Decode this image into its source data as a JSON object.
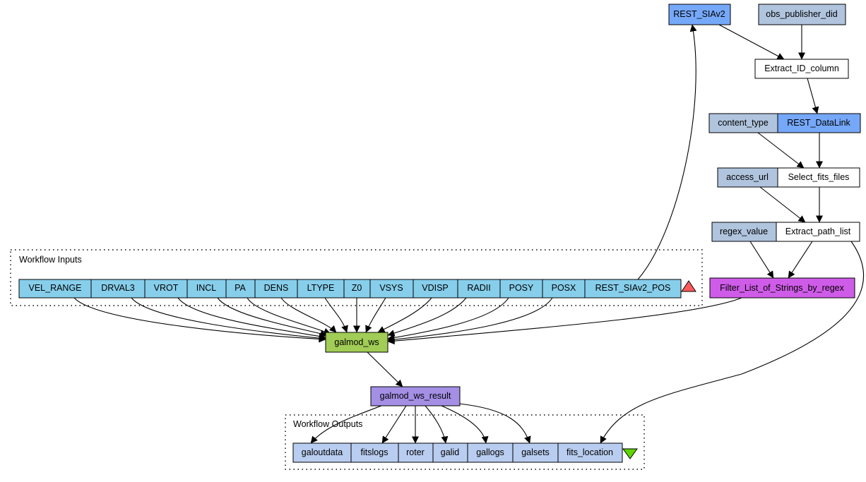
{
  "colors": {
    "input_port": "#87ceeb",
    "string_constant": "#b0c4de",
    "rest_service": "#76a8f9",
    "local_worker": "#ffffff",
    "beanshell": "#cf5ce8",
    "workflow_service": "#a1cc56",
    "nested_result": "#a48fe5",
    "output_port": "#b9cdf0",
    "input_marker": "#ff5b5b",
    "output_marker": "#5ed400"
  },
  "clusters": {
    "inputs": {
      "label": "Workflow Inputs"
    },
    "outputs": {
      "label": "Workflow Outputs"
    }
  },
  "nodes": {
    "VEL_RANGE": {
      "label": "VEL_RANGE",
      "kind": "input_port"
    },
    "DRVAL3": {
      "label": "DRVAL3",
      "kind": "input_port"
    },
    "VROT": {
      "label": "VROT",
      "kind": "input_port"
    },
    "INCL": {
      "label": "INCL",
      "kind": "input_port"
    },
    "PA": {
      "label": "PA",
      "kind": "input_port"
    },
    "DENS": {
      "label": "DENS",
      "kind": "input_port"
    },
    "LTYPE": {
      "label": "LTYPE",
      "kind": "input_port"
    },
    "Z0": {
      "label": "Z0",
      "kind": "input_port"
    },
    "VSYS": {
      "label": "VSYS",
      "kind": "input_port"
    },
    "VDISP": {
      "label": "VDISP",
      "kind": "input_port"
    },
    "RADII": {
      "label": "RADII",
      "kind": "input_port"
    },
    "POSY": {
      "label": "POSY",
      "kind": "input_port"
    },
    "POSX": {
      "label": "POSX",
      "kind": "input_port"
    },
    "REST_SIAv2_POS": {
      "label": "REST_SIAv2_POS",
      "kind": "input_port"
    },
    "REST_SIAv2": {
      "label": "REST_SIAv2",
      "kind": "rest_service"
    },
    "obs_publisher_did": {
      "label": "obs_publisher_did",
      "kind": "string_constant"
    },
    "Extract_ID_column": {
      "label": "Extract_ID_column",
      "kind": "local_worker"
    },
    "content_type": {
      "label": "content_type",
      "kind": "string_constant"
    },
    "REST_DataLink": {
      "label": "REST_DataLink",
      "kind": "rest_service"
    },
    "access_url": {
      "label": "access_url",
      "kind": "string_constant"
    },
    "Select_fits_files": {
      "label": "Select_fits_files",
      "kind": "local_worker"
    },
    "regex_value": {
      "label": "regex_value",
      "kind": "string_constant"
    },
    "Extract_path_list": {
      "label": "Extract_path_list",
      "kind": "local_worker"
    },
    "Filter_List_of_Strings_by_regex": {
      "label": "Filter_List_of_Strings_by_regex",
      "kind": "beanshell"
    },
    "galmod_ws": {
      "label": "galmod_ws",
      "kind": "workflow_service"
    },
    "galmod_ws_result": {
      "label": "galmod_ws_result",
      "kind": "nested_result"
    },
    "galoutdata": {
      "label": "galoutdata",
      "kind": "output_port"
    },
    "fitslogs": {
      "label": "fitslogs",
      "kind": "output_port"
    },
    "roter": {
      "label": "roter",
      "kind": "output_port"
    },
    "galid": {
      "label": "galid",
      "kind": "output_port"
    },
    "gallogs": {
      "label": "gallogs",
      "kind": "output_port"
    },
    "galsets": {
      "label": "galsets",
      "kind": "output_port"
    },
    "fits_location": {
      "label": "fits_location",
      "kind": "output_port"
    }
  },
  "edges": [
    [
      "VEL_RANGE",
      "galmod_ws"
    ],
    [
      "DRVAL3",
      "galmod_ws"
    ],
    [
      "VROT",
      "galmod_ws"
    ],
    [
      "INCL",
      "galmod_ws"
    ],
    [
      "PA",
      "galmod_ws"
    ],
    [
      "DENS",
      "galmod_ws"
    ],
    [
      "LTYPE",
      "galmod_ws"
    ],
    [
      "Z0",
      "galmod_ws"
    ],
    [
      "VSYS",
      "galmod_ws"
    ],
    [
      "VDISP",
      "galmod_ws"
    ],
    [
      "RADII",
      "galmod_ws"
    ],
    [
      "POSY",
      "galmod_ws"
    ],
    [
      "POSX",
      "galmod_ws"
    ],
    [
      "REST_SIAv2_POS",
      "REST_SIAv2"
    ],
    [
      "REST_SIAv2",
      "Extract_ID_column"
    ],
    [
      "obs_publisher_did",
      "Extract_ID_column"
    ],
    [
      "Extract_ID_column",
      "REST_DataLink"
    ],
    [
      "content_type",
      "Select_fits_files"
    ],
    [
      "REST_DataLink",
      "Select_fits_files"
    ],
    [
      "access_url",
      "Extract_path_list"
    ],
    [
      "Select_fits_files",
      "Extract_path_list"
    ],
    [
      "regex_value",
      "Filter_List_of_Strings_by_regex"
    ],
    [
      "Extract_path_list",
      "Filter_List_of_Strings_by_regex"
    ],
    [
      "Extract_path_list",
      "fits_location"
    ],
    [
      "Filter_List_of_Strings_by_regex",
      "galmod_ws"
    ],
    [
      "galmod_ws",
      "galmod_ws_result"
    ],
    [
      "galmod_ws_result",
      "galoutdata"
    ],
    [
      "galmod_ws_result",
      "fitslogs"
    ],
    [
      "galmod_ws_result",
      "roter"
    ],
    [
      "galmod_ws_result",
      "galid"
    ],
    [
      "galmod_ws_result",
      "gallogs"
    ],
    [
      "galmod_ws_result",
      "galsets"
    ]
  ]
}
